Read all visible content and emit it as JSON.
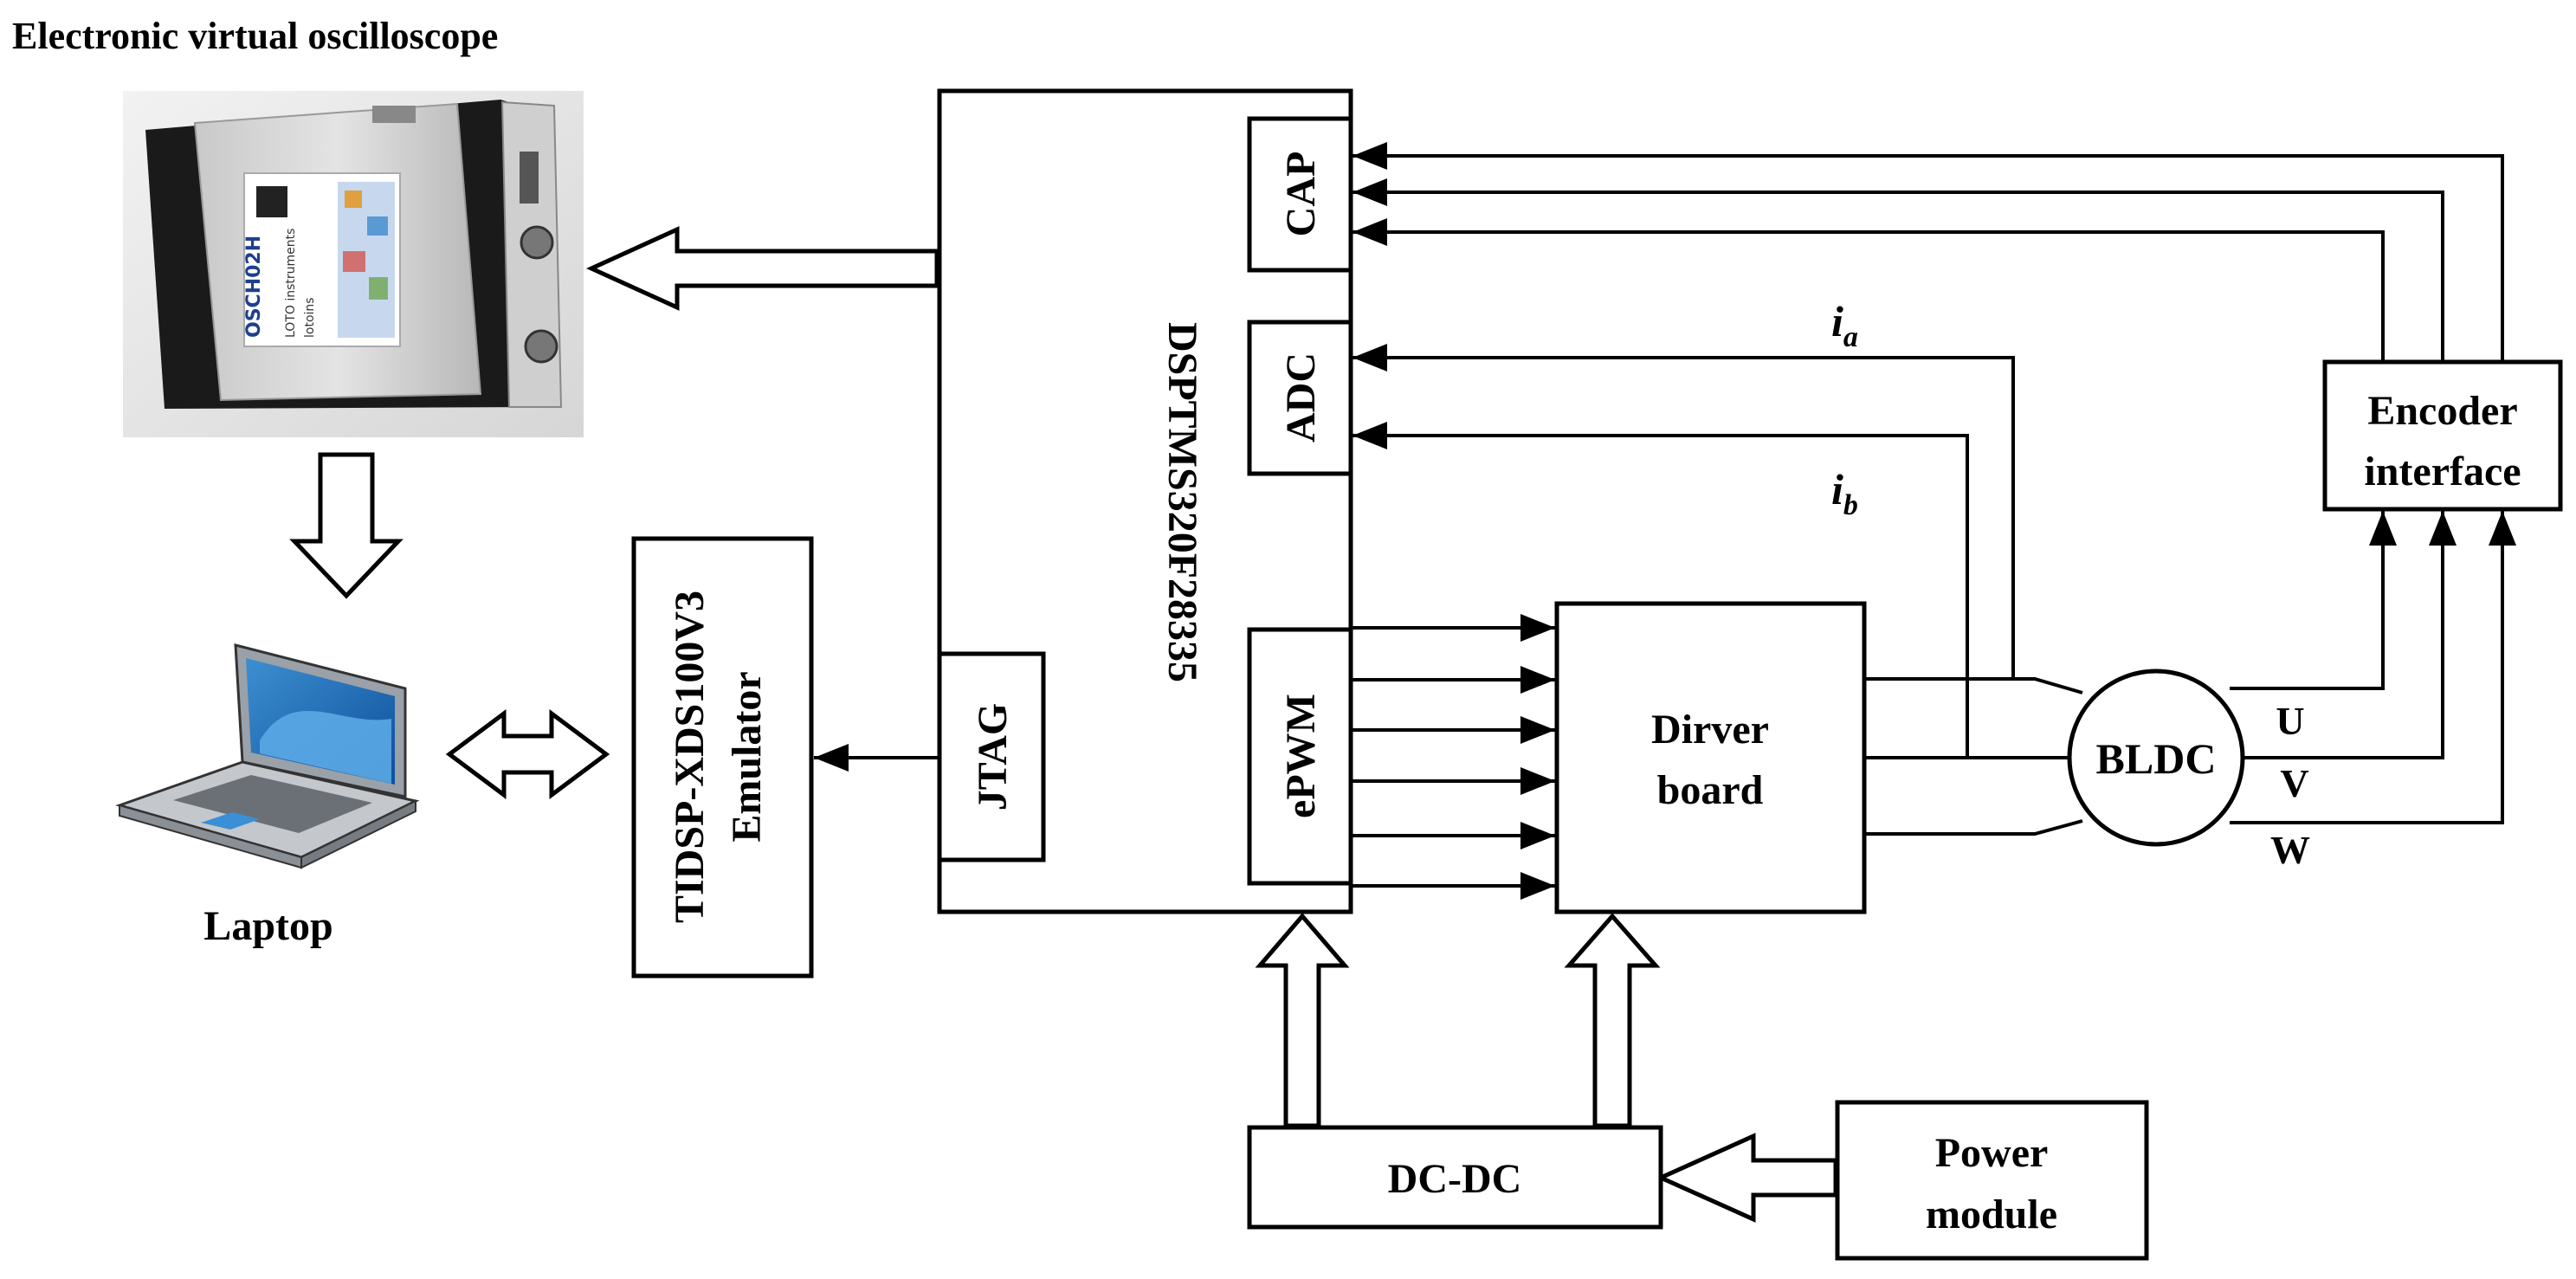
{
  "oscilloscope": {
    "title": "Electronic virtual oscilloscope",
    "model": "OSCH02H",
    "brand": "LOTO instruments",
    "brand_short": "lotoins"
  },
  "laptop": {
    "label": "Laptop"
  },
  "emulator": {
    "line1": "TIDSP-XDS100V3",
    "line2": "Emulator"
  },
  "dsp": {
    "label": "DSPTMS320F28335",
    "cap": "CAP",
    "adc": "ADC",
    "epwm": "ePWM",
    "jtag": "JTAG"
  },
  "driver": {
    "line1": "Dirver",
    "line2": "board"
  },
  "motor": {
    "label": "BLDC"
  },
  "encoder": {
    "line1": "Encoder",
    "line2": "interface"
  },
  "currents": {
    "a_base": "i",
    "a_sub": "a",
    "b_base": "i",
    "b_sub": "b"
  },
  "phases": {
    "u": "U",
    "v": "V",
    "w": "W"
  },
  "dcdc": {
    "label": "DC-DC"
  },
  "power": {
    "line1": "Power",
    "line2": "module"
  }
}
